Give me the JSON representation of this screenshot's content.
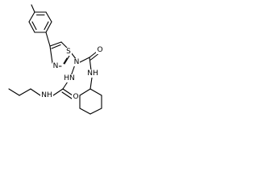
{
  "molecule": {
    "atoms": {
      "methyl_carbon": "",
      "thiazole_sulfur": "S",
      "thiazole_nitrogen": "N",
      "hydrazine_nitrogen_1": "N",
      "hydrazine_nitrogen_2": "HN",
      "carbonyl_oxygen_1": "O",
      "carbonyl_oxygen_2": "O",
      "amide_nitrogen_cyclohexyl": "NH",
      "amide_nitrogen_propyl": "NH"
    }
  }
}
